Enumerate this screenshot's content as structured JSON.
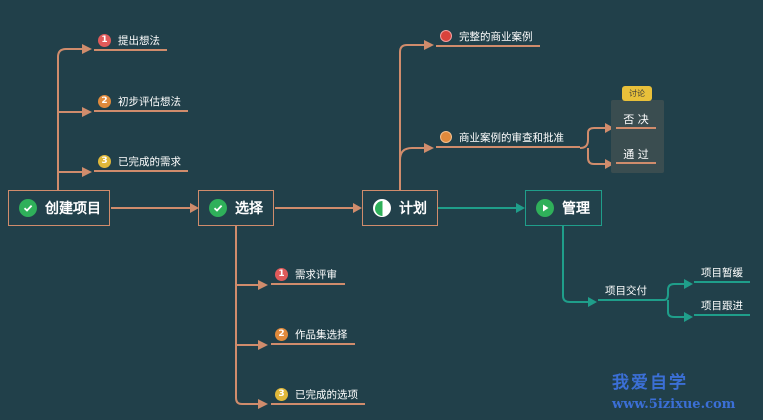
{
  "nodes": {
    "create": "创建项目",
    "select": "选择",
    "plan": "计划",
    "manage": "管理"
  },
  "create_branch": [
    {
      "num": "1",
      "label": "提出想法",
      "color": "#e05a5a"
    },
    {
      "num": "2",
      "label": "初步评估想法",
      "color": "#e08a3c"
    },
    {
      "num": "3",
      "label": "已完成的需求",
      "color": "#e0b83a"
    }
  ],
  "select_branch": [
    {
      "num": "1",
      "label": "需求评审",
      "color": "#e05a5a"
    },
    {
      "num": "2",
      "label": "作品集选择",
      "color": "#e08a3c"
    },
    {
      "num": "3",
      "label": "已完成的选项",
      "color": "#e0b83a"
    }
  ],
  "plan_branch": [
    {
      "label": "完整的商业案例",
      "color": "#d9423c"
    },
    {
      "label": "商业案例的审查和批准",
      "color": "#e08a3c"
    }
  ],
  "discuss": {
    "tag": "讨论",
    "options": [
      "否 决",
      "通 过"
    ]
  },
  "manage_branch": {
    "delivery": "项目交付",
    "children": [
      "项目暂缓",
      "项目跟进"
    ]
  },
  "watermark": {
    "title": "我爱自学",
    "url": "www.5izixue.com"
  },
  "colors": {
    "orange_line": "#d08c6c",
    "teal_line": "#1f9e8a",
    "background": "#21404a"
  },
  "icons": {
    "create": "check-circle-icon",
    "select": "check-circle-icon",
    "plan": "half-circle-icon",
    "manage": "play-circle-icon"
  }
}
